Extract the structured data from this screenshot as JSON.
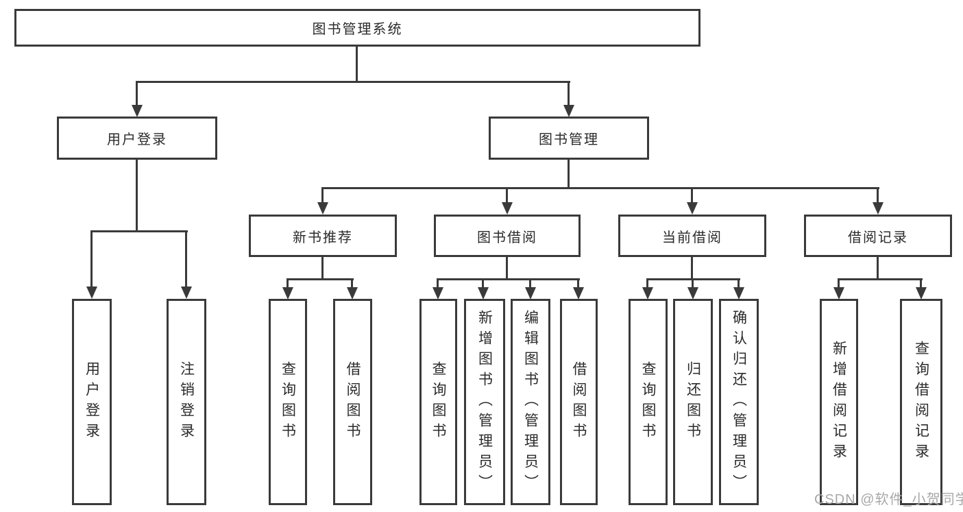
{
  "colors": {
    "line": "#3a3a3a",
    "text": "#2b2b2b",
    "box_bg": "#ffffff",
    "page_bg": "#ffffff",
    "watermark": "#a8a8a8"
  },
  "watermark": "CSDN @软件_小贺同学",
  "root": {
    "label": "图书管理系统",
    "children": [
      {
        "label": "用户登录",
        "children": [
          {
            "label": "用户登录"
          },
          {
            "label": "注销登录"
          }
        ]
      },
      {
        "label": "图书管理",
        "children": [
          {
            "label": "新书推荐",
            "children": [
              {
                "label": "查询图书"
              },
              {
                "label": "借阅图书"
              }
            ]
          },
          {
            "label": "图书借阅",
            "children": [
              {
                "label": "查询图书"
              },
              {
                "label": "新增图书（管理员）"
              },
              {
                "label": "编辑图书（管理员）"
              },
              {
                "label": "借阅图书"
              }
            ]
          },
          {
            "label": "当前借阅",
            "children": [
              {
                "label": "查询图书"
              },
              {
                "label": "归还图书"
              },
              {
                "label": "确认归还（管理员）"
              }
            ]
          },
          {
            "label": "借阅记录",
            "children": [
              {
                "label": "新增借阅记录"
              },
              {
                "label": "查询借阅记录"
              }
            ]
          }
        ]
      }
    ]
  }
}
